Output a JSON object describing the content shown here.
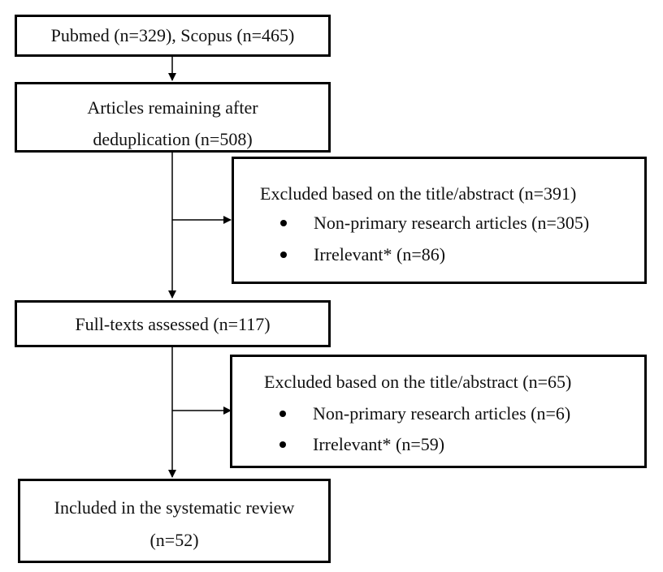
{
  "flow": {
    "identification": {
      "text": "Pubmed (n=329), Scopus (n=465)"
    },
    "deduplication": {
      "line1": "Articles remaining after",
      "line2": "deduplication (n=508)"
    },
    "screening_exclusion": {
      "title": "Excluded based on the title/abstract (n=391)",
      "items": [
        {
          "label": "Non-primary research articles (n=305)"
        },
        {
          "label": "Irrelevant* (n=86)"
        }
      ]
    },
    "fulltext": {
      "text": "Full-texts assessed (n=117)"
    },
    "fulltext_exclusion": {
      "title": "Excluded based on the title/abstract (n=65)",
      "items": [
        {
          "label": "Non-primary research articles (n=6)"
        },
        {
          "label": "Irrelevant* (n=59)"
        }
      ]
    },
    "included": {
      "line1": "Included in the systematic review",
      "line2": "(n=52)"
    }
  }
}
